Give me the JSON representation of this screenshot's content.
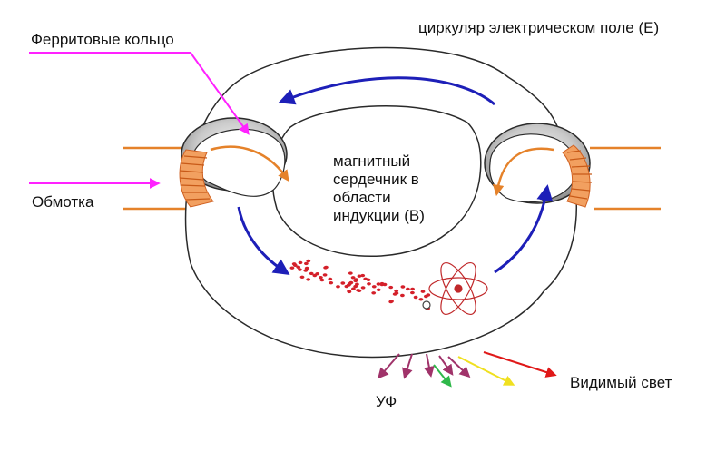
{
  "labels": {
    "ferrite_rings": "Ферритовые кольцо",
    "winding": "Обмотка",
    "electric_field": "циркуляр электрическом поле (E)",
    "core_line1": "магнитный",
    "core_line2": "сердечник в",
    "core_line3": "области",
    "core_line4": "индукции (B)",
    "uv": "УФ",
    "visible_light": "Видимый свет"
  },
  "colors": {
    "tube_outline": "#2a2a2a",
    "field_arrow": "#1d1fb8",
    "winding_wire": "#e5822a",
    "pointer": "#ff22ff",
    "plasma_dots": "#d4202a",
    "uv_arrow": "#a0336a",
    "green_arrow": "#2fb84a",
    "yellow_arrow": "#f0e020",
    "red_arrow": "#e01818"
  }
}
